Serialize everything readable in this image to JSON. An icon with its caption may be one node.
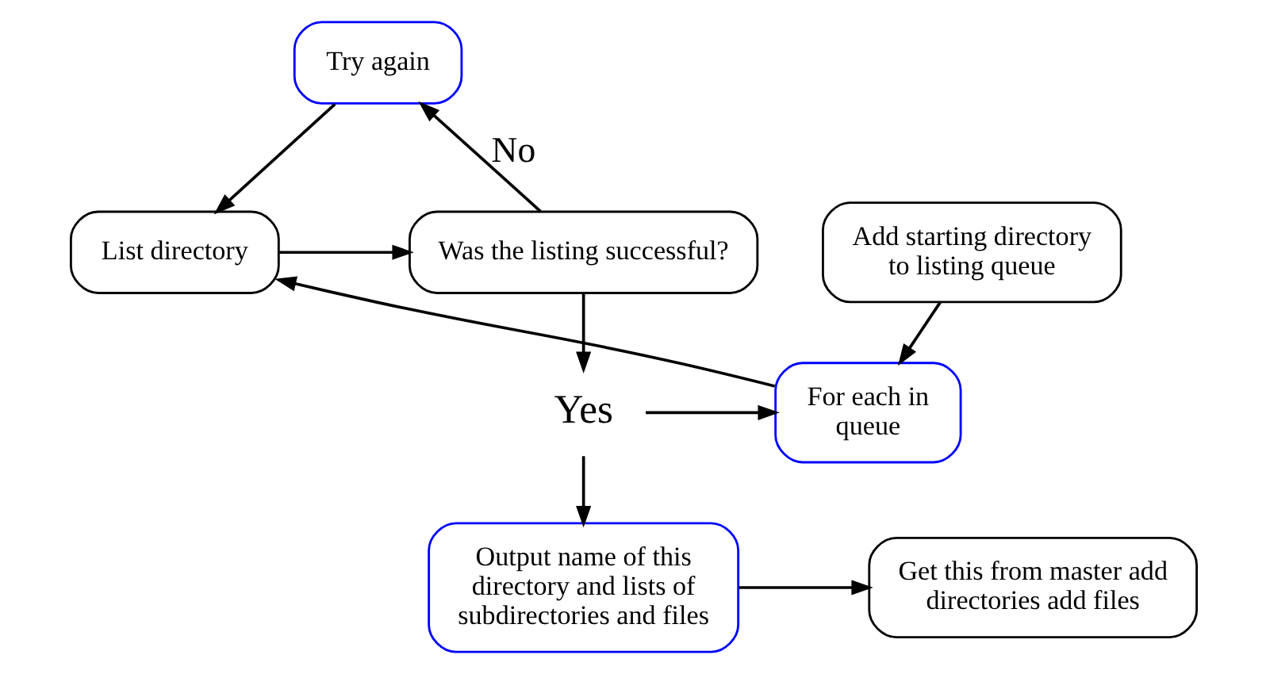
{
  "diagram": {
    "nodes": [
      {
        "text": [
          "Try again"
        ]
      },
      {
        "text": [
          "List directory"
        ]
      },
      {
        "text": [
          "Was the listing successful?"
        ]
      },
      {
        "text": [
          "For each in queue"
        ]
      },
      {
        "text": [
          "Yes"
        ]
      },
      {
        "text": [
          "Add starting directory to listing queue"
        ]
      },
      {
        "text": [
          "Output name of this directory and lists of subdirectories and files"
        ]
      },
      {
        "text": [
          "Get this from master add directories add files"
        ]
      }
    ],
    "edges": [
      {
        "from": 0,
        "to": 1,
        "arrow": "to"
      },
      {
        "from": 1,
        "to": 2,
        "arrow": "to"
      },
      {
        "from": 2,
        "to": 0,
        "arrow": "to",
        "label": "No"
      },
      {
        "from": 2,
        "to": 4,
        "arrow": "to"
      },
      {
        "from": 4,
        "to": 3,
        "arrow": "to"
      },
      {
        "from": 4,
        "to": 6,
        "arrow": "to"
      },
      {
        "from": 3,
        "to": 1,
        "arrow": "to"
      },
      {
        "from": 5,
        "to": 3,
        "arrow": "to"
      },
      {
        "from": 6,
        "to": 7,
        "arrow": "to"
      }
    ]
  }
}
